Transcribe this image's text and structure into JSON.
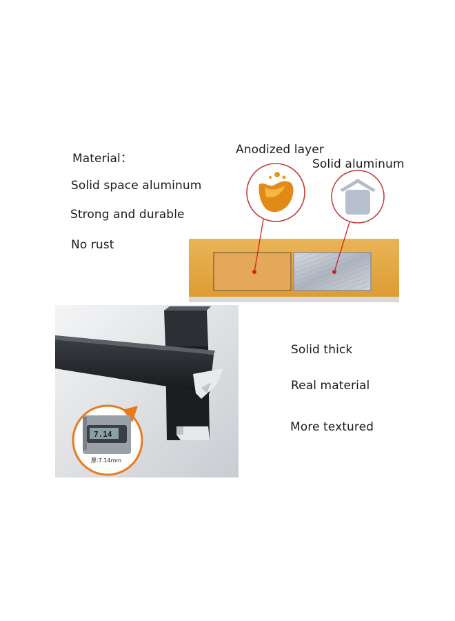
{
  "features": {
    "material_heading": "Material：",
    "items": [
      "Solid space aluminum",
      "Strong and durable",
      "No rust"
    ]
  },
  "layers": {
    "anodized_label": "Anodized layer",
    "solid_label": "Solid aluminum"
  },
  "photo": {
    "thickness_label": "厚:7.14mm",
    "caliper_reading": "7.14"
  },
  "qualities": {
    "items": [
      "Solid thick",
      "Real material",
      "More textured"
    ]
  },
  "colors": {
    "anodized_gold": "#e5a743",
    "aluminum_silver": "#c4c9d2",
    "callout_red": "#cc2222",
    "profile_black": "#1d1f22",
    "badge_orange": "#e87a1e"
  }
}
